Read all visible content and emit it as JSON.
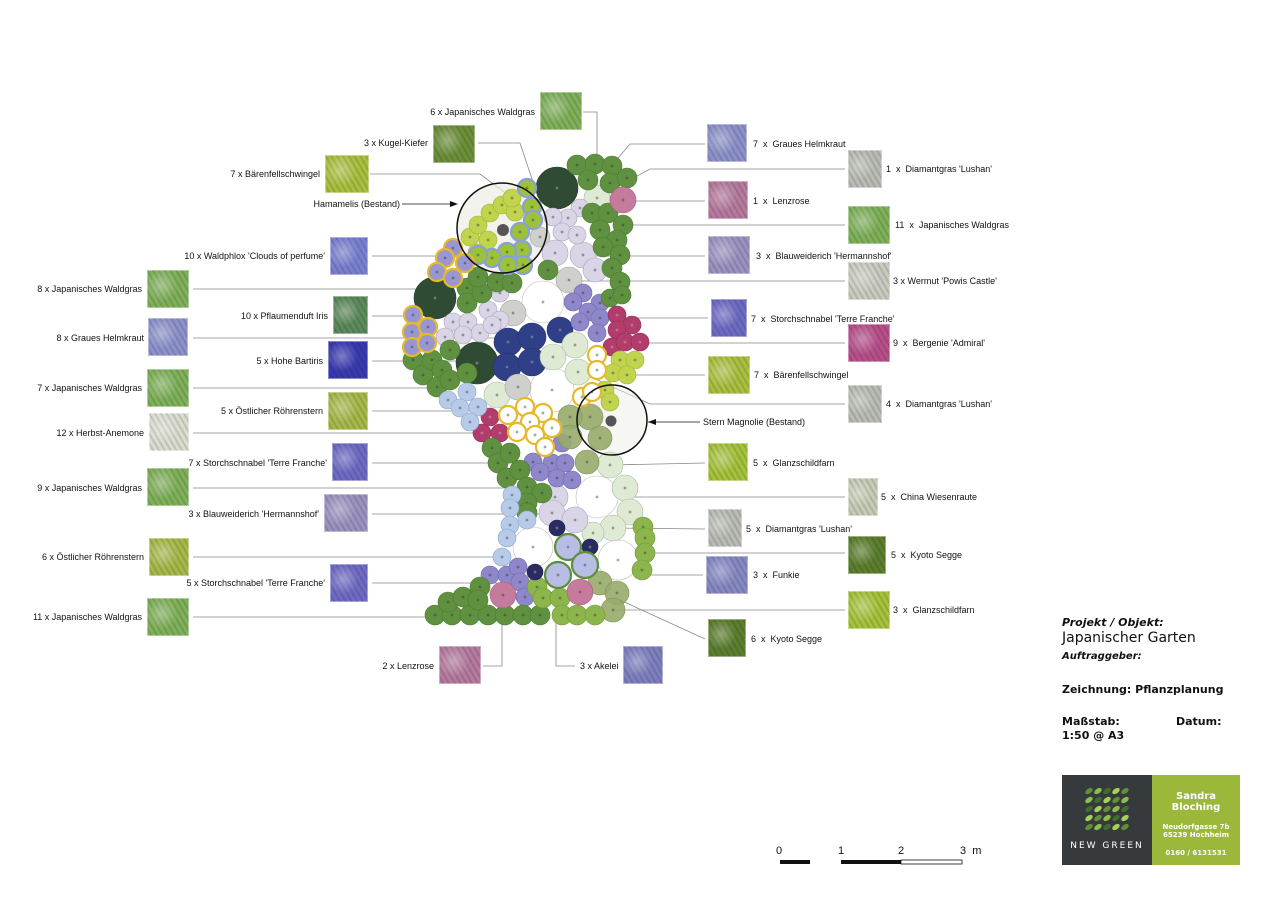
{
  "drawing": {
    "existing_trees": [
      "Hamamelis (Bestand)",
      "Stern Magnolie (Bestand)"
    ],
    "left_labels": [
      {
        "text": "6 x Japanisches Waldgras",
        "swatch": "#7fb05a"
      },
      {
        "text": "3 x Kugel-Kiefer",
        "swatch": "#6c8f3a"
      },
      {
        "text": "7 x Bärenfellschwingel",
        "swatch": "#a9bf3f"
      },
      {
        "text": "10 x Waldphlox 'Clouds of perfume'",
        "swatch": "#7a80d0"
      },
      {
        "text": "8 x Japanisches Waldgras",
        "swatch": "#7fb05a"
      },
      {
        "text": "10 x Pflaumenduft Iris",
        "swatch": "#5c8a5c"
      },
      {
        "text": "8 x Graues Helmkraut",
        "swatch": "#8c92c9"
      },
      {
        "text": "5 x Hohe Bartiris",
        "swatch": "#3a3ab0"
      },
      {
        "text": "7 x Japanisches Waldgras",
        "swatch": "#7fb05a"
      },
      {
        "text": "5 x Östlicher Röhrenstern",
        "swatch": "#a7b84a"
      },
      {
        "text": "12 x Herbst-Anemone",
        "swatch": "#d9dccf"
      },
      {
        "text": "7 x Storchschnabel 'Terre Franche'",
        "swatch": "#6e6bc4"
      },
      {
        "text": "9 x Japanisches Waldgras",
        "swatch": "#7fb05a"
      },
      {
        "text": "3 x Blauweiderich 'Hermannshof'",
        "swatch": "#9c92c0"
      },
      {
        "text": "6 x Östlicher Röhrenstern",
        "swatch": "#a7b84a"
      },
      {
        "text": "5 x Storchschnabel 'Terre Franche'",
        "swatch": "#6e6bc4"
      },
      {
        "text": "11 x Japanisches Waldgras",
        "swatch": "#7fb05a"
      },
      {
        "text": "2 x Lenzrose",
        "swatch": "#b57a9e"
      },
      {
        "text": "3 x Akelei",
        "swatch": "#7d7fbf"
      }
    ],
    "right_labels": [
      {
        "text": "7  x  Graues Helmkraut",
        "swatch": "#8c92c9"
      },
      {
        "text": "1  x  Diamantgras 'Lushan'",
        "swatch": "#b9bcb4"
      },
      {
        "text": "1  x  Lenzrose",
        "swatch": "#b57a9e"
      },
      {
        "text": "11  x  Japanisches Waldgras",
        "swatch": "#7fb05a"
      },
      {
        "text": "3  x  Blauweiderich 'Hermannshof'",
        "swatch": "#9c92c0"
      },
      {
        "text": "3 x Wermut 'Powis Castle'",
        "swatch": "#c8cbbf"
      },
      {
        "text": "7  x  Storchschnabel 'Terre Franche'",
        "swatch": "#6e6bc4"
      },
      {
        "text": "9  x  Bergenie 'Admiral'",
        "swatch": "#b64f8a"
      },
      {
        "text": "7  x  Bärenfellschwingel",
        "swatch": "#a9bf3f"
      },
      {
        "text": "4  x  Diamantgras 'Lushan'",
        "swatch": "#b9bcb4"
      },
      {
        "text": "5  x  Glanzschildfarn",
        "swatch": "#a5c23c"
      },
      {
        "text": "5  x  China Wiesenraute",
        "swatch": "#c5ccb6"
      },
      {
        "text": "5  x  Diamantgras 'Lushan'",
        "swatch": "#b9bcb4"
      },
      {
        "text": "5  x  Kyoto Segge",
        "swatch": "#5c7e2e"
      },
      {
        "text": "3  x  Funkie",
        "swatch": "#8688c2"
      },
      {
        "text": "3  x  Glanzschildfarn",
        "swatch": "#a5c23c"
      },
      {
        "text": "6  x  Kyoto Segge",
        "swatch": "#5c7e2e"
      }
    ]
  },
  "scale_bar": {
    "ticks": [
      "0",
      "1",
      "2",
      "3  m"
    ]
  },
  "title_block": {
    "project_label": "Projekt / Objekt:",
    "project_name": "Japanischer Garten",
    "client_label": "Auftraggeber:",
    "drawing": "Zeichnung: Pflanzplanung",
    "scale_label": "Maßstab:",
    "scale_value": "1:50 @ A3",
    "date_label": "Datum:"
  },
  "company": {
    "logo_text": "NEW GREEN",
    "name": "Sandra Bloching",
    "street": "Neudorfgasse 7b",
    "city": "65239 Hochheim",
    "phone": "0160 / 6131531",
    "dark_color": "#363a3c",
    "accent_color": "#9bb83a"
  }
}
